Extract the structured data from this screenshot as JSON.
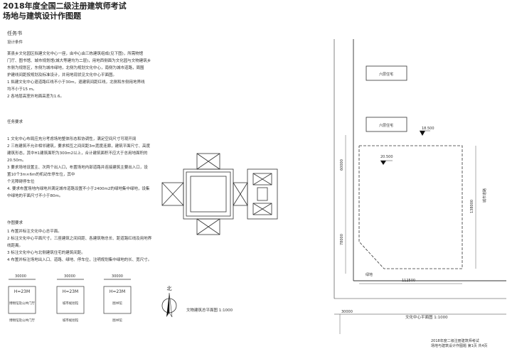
{
  "doc": {
    "title_line1": "2018年度全国二级注册建筑师考试",
    "title_line2": "场地与建筑设计作图题"
  },
  "task": {
    "heading": "任务书",
    "s1": "设计条件",
    "p1": [
      "某县乡文化园区拟建文化中心一座，由中心由三栋建筑组成(见下图)，所需物馆",
      "门厅、图书馆、城市规划馆(城大等建均为二层)，用地西侧面为文化园与文物建筑乡",
      "东侧为规划区，东侧为城市绿地，北侧为规划文化中心，南侧为城市道路，周围",
      "护建线间距按规划及标准设计，并用地现状见文化中心平面图。",
      "1 拟建文化中心退道路红线不小于30m，退建筑间距红线，北侧和东侧用地界线",
      "均不小于15 m。",
      "2 各地层高室外地面高差为1.6。"
    ],
    "s2": "任务要求",
    "p2": [
      "1 文化中心布局应充分考虑场地整体形态和协调性，满足空间尺寸可观开阔",
      "2 三栋建筑不允许相邻建筑，要求相互之间间距3m宽度连廊，建筑平面尺寸、高度",
      "建筑形态，其中H1建筑面积为300m2以上，合计建筑面积不应大于总用地面积的",
      "20.50m。",
      "3 要求场地设置主、次两个出入口，布置场地内部道路并连接建筑主要出入口，设",
      "置10个3m×6m的机动车停车位，其中",
      "个无障碍停车位",
      "4. 要求布置场地内绿地并满足城市道路设置不小于2400m2的绿地集中绿地，设集",
      "中绿地的平面尺寸不小于80m。"
    ],
    "s3": "作图要求",
    "p3": [
      "1 布置并标注文化中心总平面。",
      "2 标注文化中心平面尺寸，三座建筑之间间距、各建筑物总长、距道路红线及用地界",
      "线距离。",
      "3 标注文化中心与北侧建筑住宅的建筑间距。",
      "4 布置并标注场地出入口、道路、绿地、停车位，注明规划集中绿地的长、宽尺寸。"
    ]
  },
  "buildings": {
    "dim": "30000",
    "height": "H=23M",
    "labels": [
      "博物馆及公共门厅",
      "城市规划馆",
      "图书馆"
    ]
  },
  "plan": {
    "north_label": "北",
    "scale_label": "文物建筑总平面图 1:1000"
  },
  "site": {
    "houses": [
      "六层住宅",
      "六层住宅"
    ],
    "elev1": "18.500",
    "elev2": "20.500",
    "dim_60000": "60000",
    "dim_78000": "78000",
    "dim_138000": "138000",
    "dim_112500": "112500",
    "dim_30000": "30000",
    "road_east": "城市道路",
    "green": "绿地",
    "scale_label": "文化中心平面图 1:1000"
  },
  "footer": {
    "line1": "2018年度二级注册建筑师考试",
    "line2": "场地与建筑设计作图题 第1页 共4页"
  }
}
